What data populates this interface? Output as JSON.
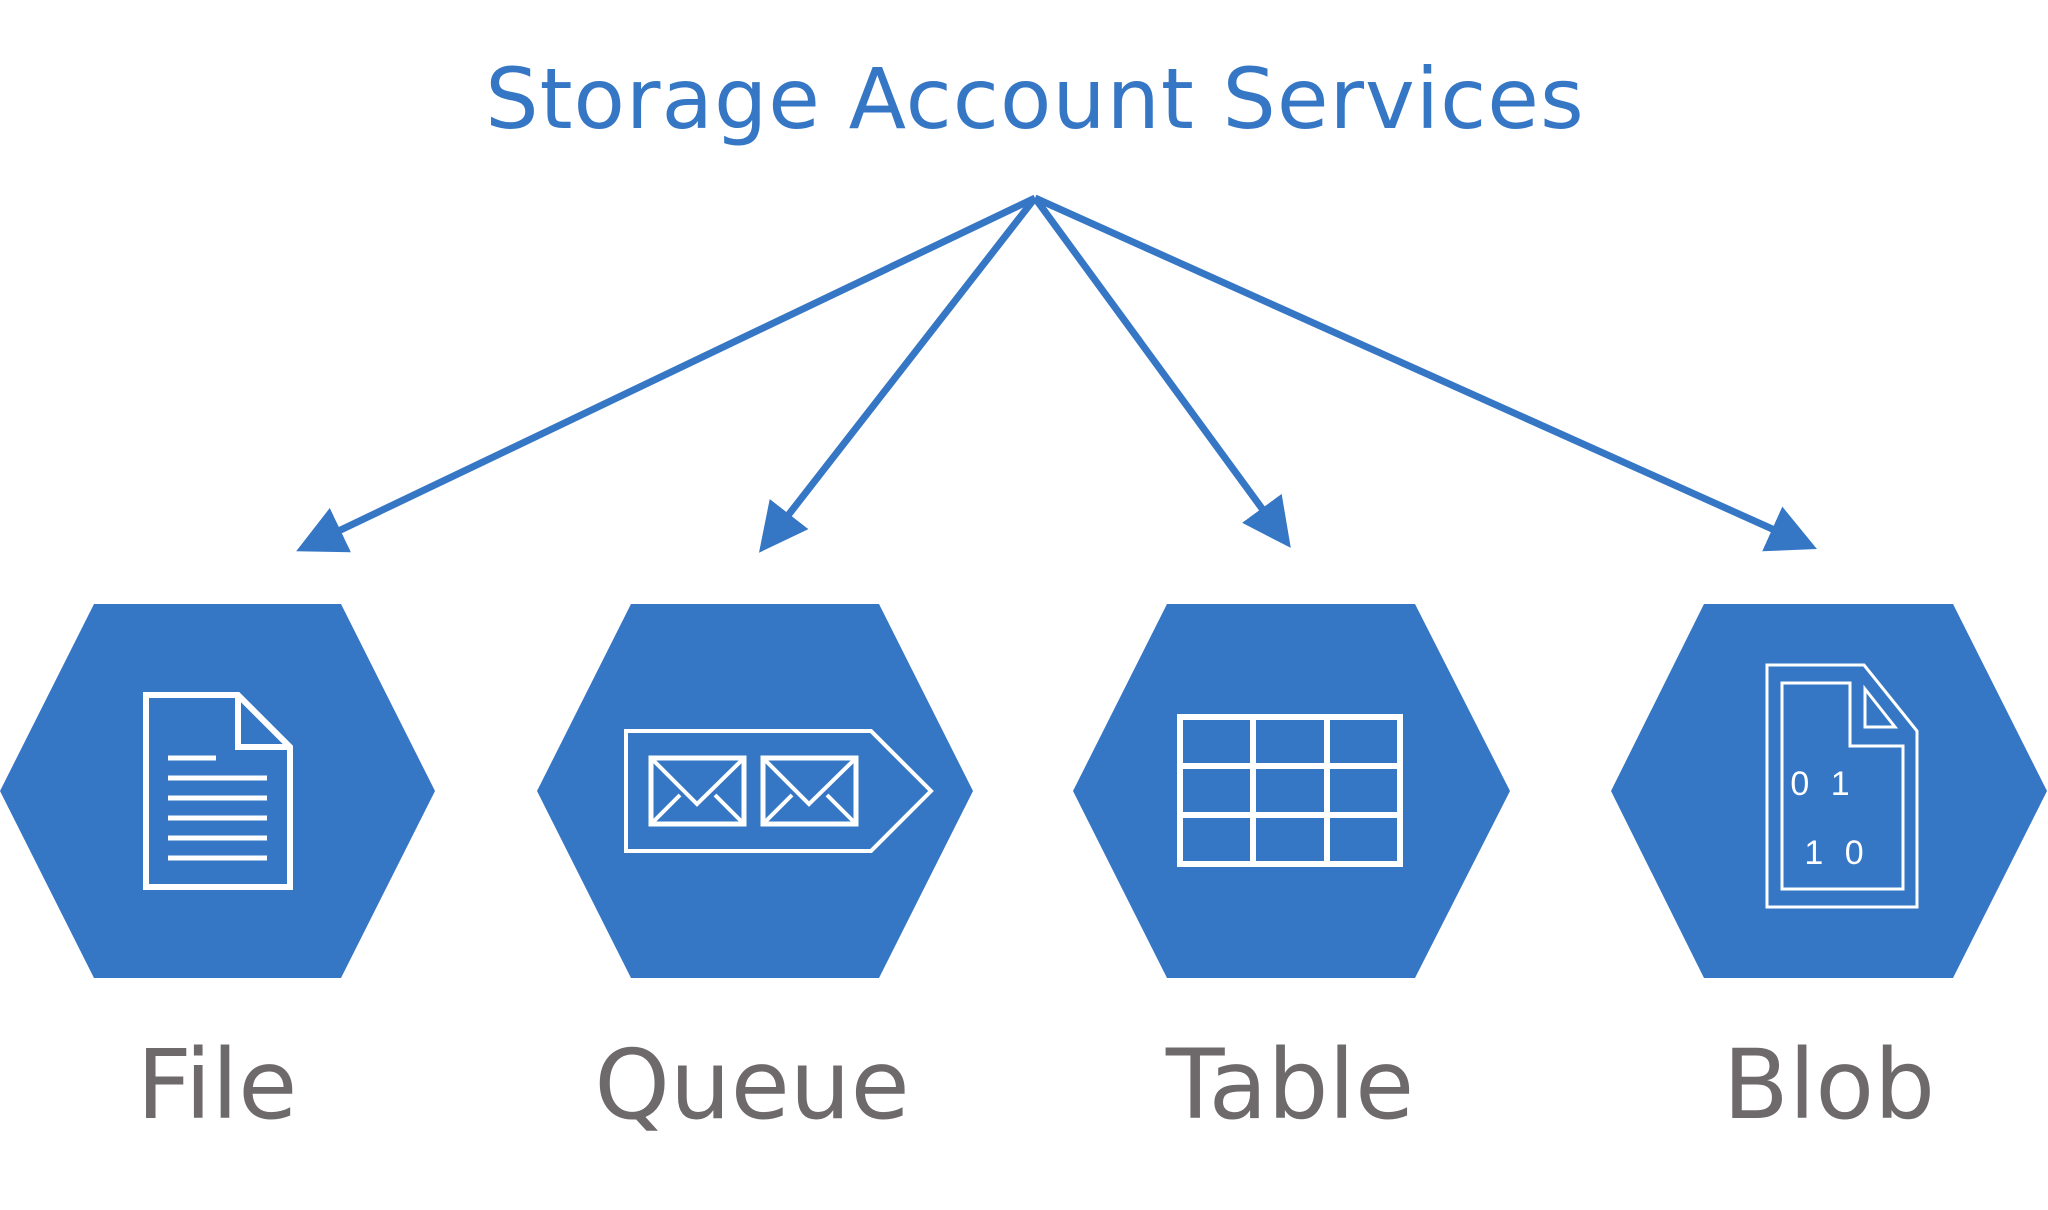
{
  "title": "Storage Account Services",
  "colors": {
    "accent": "#3677c5",
    "label": "#6e6a6b",
    "icon": "#ffffff",
    "background": "#ffffff"
  },
  "services": [
    {
      "label": "File",
      "icon": "document-icon"
    },
    {
      "label": "Queue",
      "icon": "message-queue-icon"
    },
    {
      "label": "Table",
      "icon": "table-grid-icon"
    },
    {
      "label": "Blob",
      "icon": "binary-file-icon"
    }
  ],
  "blob_icon_text": [
    "0 1",
    "1 0"
  ]
}
